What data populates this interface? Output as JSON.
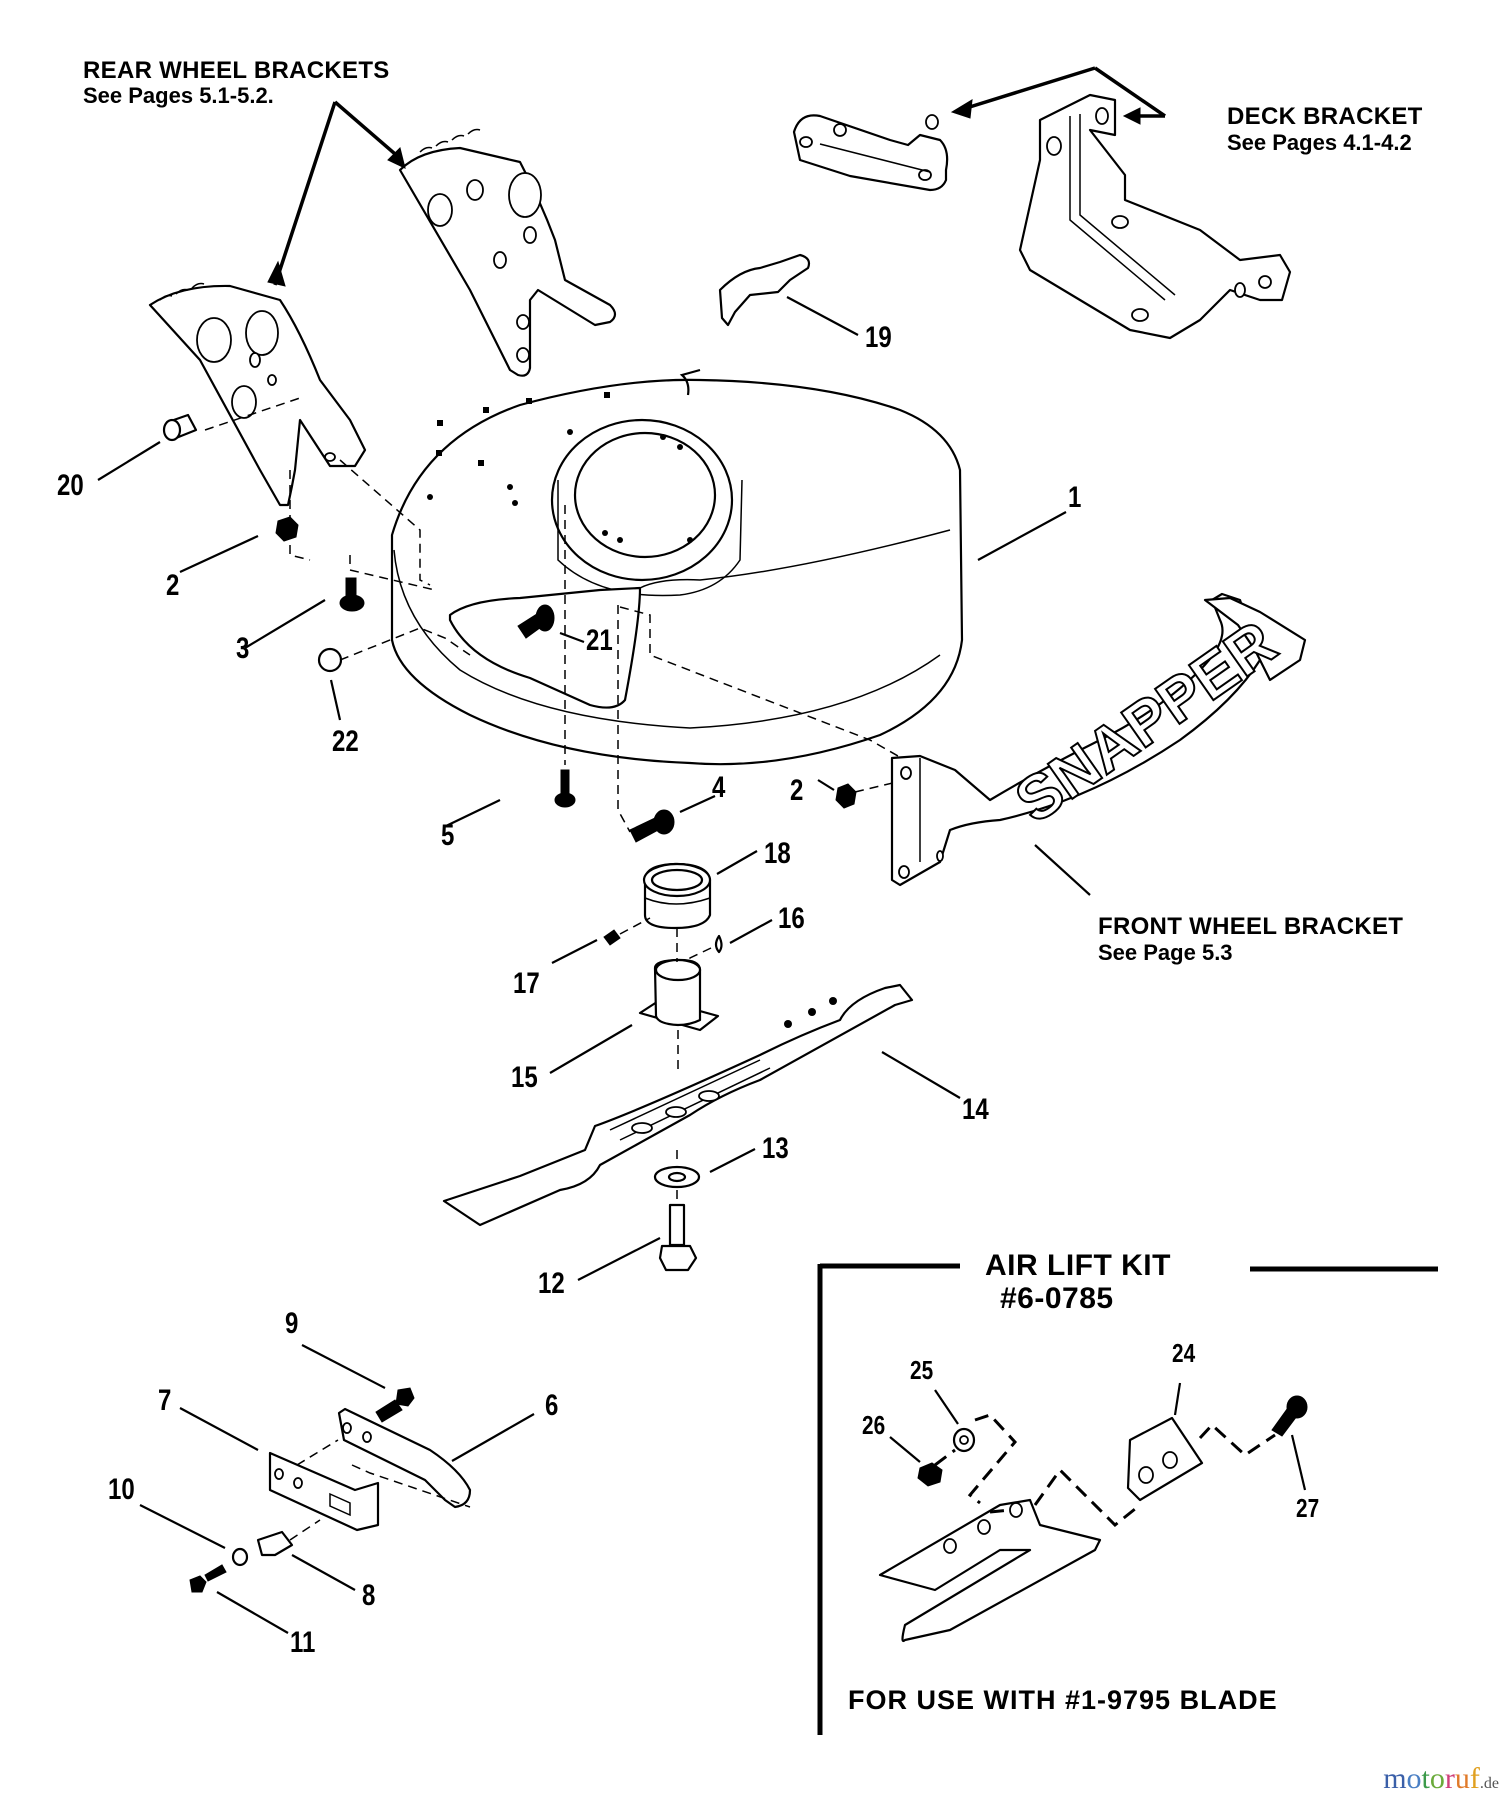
{
  "diagram": {
    "brand_on_part": "SNAPPER",
    "groups": {
      "rear_wheel_brackets": {
        "title": "REAR WHEEL BRACKETS",
        "reference": "See Pages 5.1-5.2."
      },
      "deck_bracket": {
        "title": "DECK BRACKET",
        "reference": "See Pages 4.1-4.2"
      },
      "front_wheel_bracket": {
        "title": "FRONT WHEEL BRACKET",
        "reference": "See Page 5.3"
      }
    },
    "callouts": [
      "1",
      "2",
      "2",
      "3",
      "4",
      "5",
      "6",
      "7",
      "8",
      "9",
      "10",
      "11",
      "12",
      "13",
      "14",
      "15",
      "16",
      "17",
      "18",
      "19",
      "20",
      "21",
      "22",
      "24",
      "25",
      "26",
      "27"
    ],
    "labels": {
      "c1": "1",
      "c2a": "2",
      "c2b": "2",
      "c3": "3",
      "c4": "4",
      "c5": "5",
      "c6": "6",
      "c7": "7",
      "c8": "8",
      "c9": "9",
      "c10": "10",
      "c11": "11",
      "c12": "12",
      "c13": "13",
      "c14": "14",
      "c15": "15",
      "c16": "16",
      "c17": "17",
      "c18": "18",
      "c19": "19",
      "c20": "20",
      "c21": "21",
      "c22": "22",
      "c24": "24",
      "c25": "25",
      "c26": "26",
      "c27": "27"
    },
    "air_lift_kit": {
      "title": "AIR LIFT KIT",
      "part_number": "#6-0785",
      "note": "FOR USE WITH #1-9795 BLADE"
    }
  },
  "watermark": {
    "letters": [
      {
        "ch": "m",
        "color": "#3a5fa8"
      },
      {
        "ch": "o",
        "color": "#4a7fc4"
      },
      {
        "ch": "t",
        "color": "#3c9a4a"
      },
      {
        "ch": "o",
        "color": "#6aaa3a"
      },
      {
        "ch": "r",
        "color": "#d0407a"
      },
      {
        "ch": "u",
        "color": "#e07a2a"
      },
      {
        "ch": "f",
        "color": "#e0a020"
      }
    ],
    "tld": ".de"
  }
}
